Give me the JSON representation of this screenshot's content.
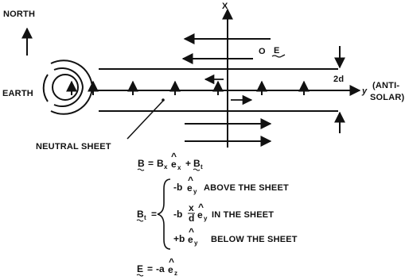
{
  "labels": {
    "north": "NORTH",
    "earth": "EARTH",
    "x_axis": "X",
    "y_axis": "y",
    "anti_solar_1": "(ANTI-",
    "anti_solar_2": "SOLAR)",
    "thickness": "2d",
    "efield_marker": "O",
    "efield_letter": "E",
    "neutral_sheet": "NEUTRAL SHEET"
  },
  "equations": {
    "b_total": {
      "lhs": "B",
      "equals": "=",
      "term1": "B",
      "term1_sub": "x",
      "term1_unit": "e",
      "term1_unit_sub": "x",
      "plus": "+",
      "term2": "B",
      "term2_sub": "t"
    },
    "bt_cases": {
      "lhs": "B",
      "lhs_sub": "t",
      "equals": "=",
      "case1_prefix": "-b",
      "case1_unit": "e",
      "case1_unit_sub": "y",
      "case1_text": "ABOVE THE SHEET",
      "case2_prefix": "-b",
      "case2_frac_num": "x",
      "case2_frac_den": "d",
      "case2_unit": "e",
      "case2_unit_sub": "y",
      "case2_text": "IN THE SHEET",
      "case3_prefix": "+b",
      "case3_unit": "e",
      "case3_unit_sub": "y",
      "case3_text": "BELOW THE SHEET"
    },
    "e_field": {
      "lhs": "E",
      "equals": "=",
      "rhs_prefix": "-a",
      "unit": "e",
      "unit_sub": "z"
    }
  },
  "colors": {
    "ink": "#111111",
    "background": "#ffffff"
  }
}
